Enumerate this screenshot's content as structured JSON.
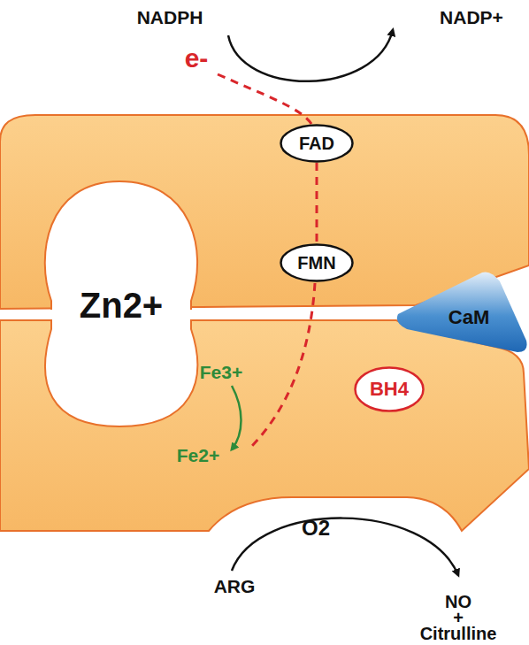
{
  "diagram": {
    "nodes": [
      {
        "text": [
          "FAD"
        ]
      },
      {
        "text": [
          "FMN"
        ]
      },
      {
        "text": [
          "CaM"
        ]
      },
      {
        "text": [
          "BH4"
        ]
      }
    ],
    "edges": [
      {
        "from": 0,
        "to": 1,
        "arrow": "none"
      }
    ],
    "labels": [
      "NADPH",
      "NADP+",
      "e-",
      "Zn2+",
      "Fe3+",
      "Fe2+",
      "ARG",
      "O2",
      "NO",
      "+",
      "Citrulline"
    ]
  }
}
